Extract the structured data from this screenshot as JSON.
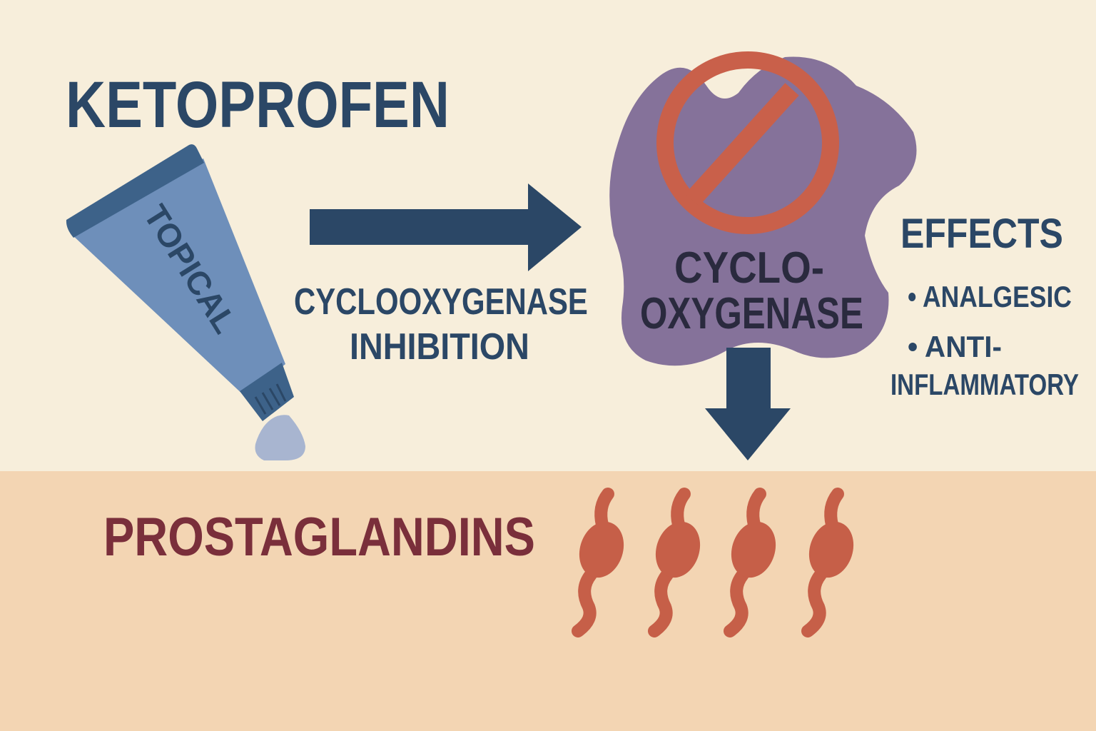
{
  "title": "KETOPROFEN",
  "tube_label": "TOPICAL",
  "arrow_label": {
    "line1": "CYCLOOXYGENASE",
    "line2": "INHIBITION"
  },
  "enzyme": {
    "line1": "CYCLO-",
    "line2": "OXYGENASE"
  },
  "effects": {
    "heading": "EFFECTS",
    "items": [
      "• ANALGESIC",
      "• ANTI-",
      "INFLAMMATORY"
    ]
  },
  "product": "PROSTAGLANDINS",
  "colors": {
    "background_top": "#f7eedb",
    "background_bottom": "#f3d5b3",
    "navy": "#2b4766",
    "maroon": "#7a2f3b",
    "enzyme_purple": "#85729a",
    "prohibit_red": "#c9604a",
    "tube_blue": "#6e8fba",
    "prostaglandin": "#c65f48"
  }
}
